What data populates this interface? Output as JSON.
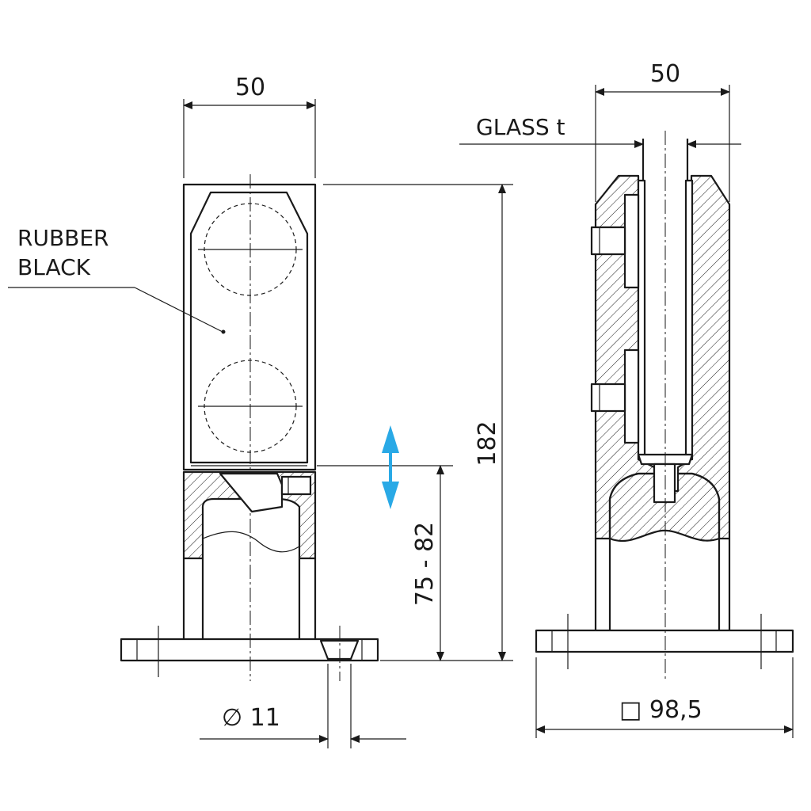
{
  "labels": {
    "width_left": "50",
    "width_right": "50",
    "glass_t": "GLASS t",
    "rubber_line1": "RUBBER",
    "rubber_line2": "BLACK",
    "height_total": "182",
    "height_range": "75 - 82",
    "hole_diameter": "∅  11",
    "base_square": "□  98,5"
  },
  "colors": {
    "line": "#1a1a1a",
    "adjust_arrow": "#29a9e6",
    "background": "#ffffff"
  },
  "icons": {
    "adjust_arrow": "double-arrow-vertical-icon"
  }
}
